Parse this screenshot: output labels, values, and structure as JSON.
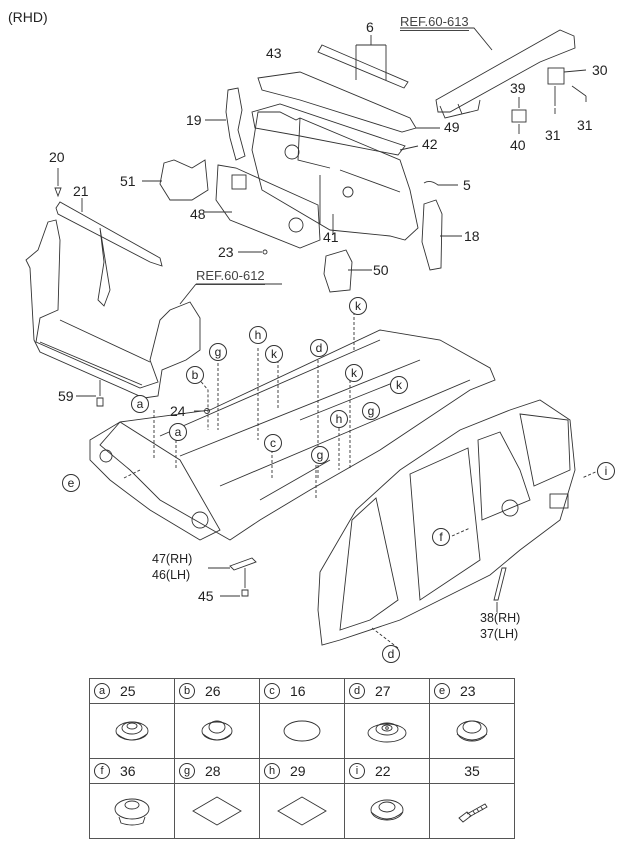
{
  "header": {
    "variant": "(RHD)"
  },
  "references": [
    {
      "id": "ref-60-613",
      "text": "REF.60-613"
    },
    {
      "id": "ref-60-612",
      "text": "REF.60-612"
    }
  ],
  "part_callouts": {
    "p6": "6",
    "p43": "43",
    "p30": "30",
    "p39": "39",
    "p19": "19",
    "p49": "49",
    "p31a": "31",
    "p31b": "31",
    "p40": "40",
    "p42": "42",
    "p20": "20",
    "p51": "51",
    "p21": "21",
    "p5": "5",
    "p48": "48",
    "p41": "41",
    "p18": "18",
    "p23": "23",
    "p50": "50",
    "p59": "59",
    "p24": "24",
    "p47": "47(RH)",
    "p46": "46(LH)",
    "p45": "45",
    "p38": "38(RH)",
    "p37": "37(LH)"
  },
  "letter_callouts": {
    "k1": "k",
    "h1": "h",
    "g1": "g",
    "k2": "k",
    "d1": "d",
    "b1": "b",
    "k3": "k",
    "k4": "k",
    "a1": "a",
    "h2": "h",
    "g2": "g",
    "a2": "a",
    "c1": "c",
    "g3": "g",
    "e1": "e",
    "i1": "i",
    "f1": "f",
    "d2": "d"
  },
  "legend": {
    "rows": [
      [
        {
          "letter": "a",
          "part": "25",
          "icon": "grommet-plug"
        },
        {
          "letter": "b",
          "part": "26",
          "icon": "grommet-plug"
        },
        {
          "letter": "c",
          "part": "16",
          "icon": "oval-pad"
        },
        {
          "letter": "d",
          "part": "27",
          "icon": "grommet-plug-large"
        },
        {
          "letter": "e",
          "part": "23",
          "icon": "grommet-plug"
        }
      ],
      [
        {
          "letter": "f",
          "part": "36",
          "icon": "grommet-plug-tall"
        },
        {
          "letter": "g",
          "part": "28",
          "icon": "diamond-pad"
        },
        {
          "letter": "h",
          "part": "29",
          "icon": "diamond-pad"
        },
        {
          "letter": "i",
          "part": "22",
          "icon": "grommet-plug"
        },
        {
          "letter": "",
          "part": "35",
          "icon": "flange-bolt"
        }
      ]
    ]
  }
}
